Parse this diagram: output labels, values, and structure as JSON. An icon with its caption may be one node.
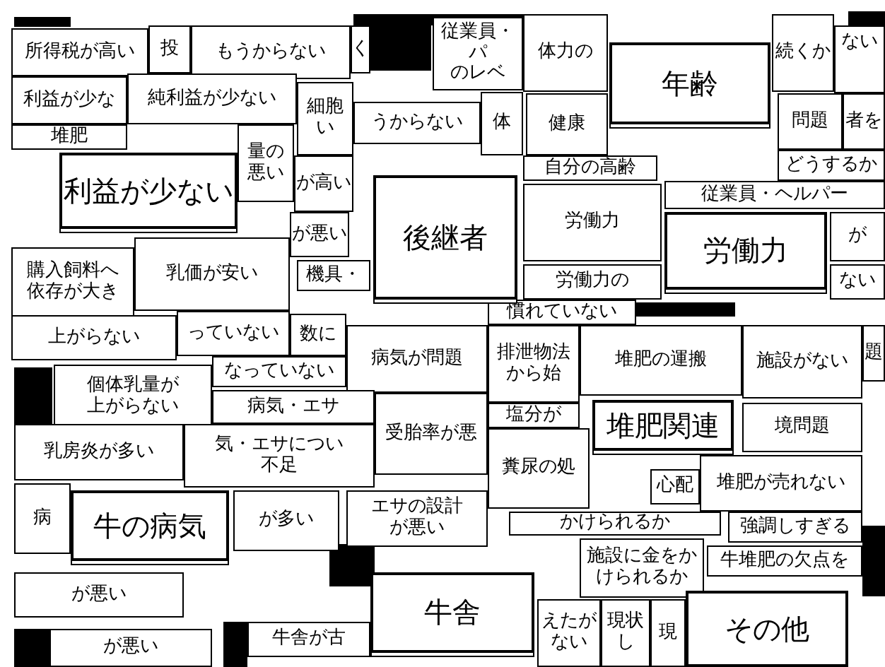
{
  "diagram": {
    "nodes": [
      {
        "text": [
          "所得税が高い"
        ]
      },
      {
        "text": [
          "投"
        ]
      },
      {
        "text": [
          "もうからない"
        ]
      },
      {
        "text": [
          "く"
        ]
      },
      {
        "text": [
          "従業員・パ",
          "のレベ"
        ]
      },
      {
        "text": [
          "体力の"
        ]
      },
      {
        "text": [
          "続くか"
        ]
      },
      {
        "text": [
          "ない"
        ]
      },
      {
        "text": [
          "純利益が少ない"
        ]
      },
      {
        "text": [
          "利益が少な"
        ]
      },
      {
        "text": [
          "細胞",
          "い"
        ]
      },
      {
        "text": [
          "うからない"
        ]
      },
      {
        "text": [
          "体"
        ]
      },
      {
        "text": [
          "健康"
        ]
      },
      {
        "text": [
          "問題"
        ]
      },
      {
        "text": [
          "者を"
        ]
      },
      {
        "text": [
          "どうするか"
        ]
      },
      {
        "text": [
          "年齢"
        ]
      },
      {
        "text": [
          "堆肥"
        ]
      },
      {
        "text": [
          "量の",
          "悪い"
        ]
      },
      {
        "text": [
          "が高い"
        ]
      },
      {
        "text": [
          "自分の高齢"
        ]
      },
      {
        "text": [
          "利益が少ない"
        ]
      },
      {
        "text": [
          "が悪い"
        ]
      },
      {
        "text": [
          "労働力"
        ]
      },
      {
        "text": [
          "従業員・ヘルパー"
        ]
      },
      {
        "text": [
          "が"
        ]
      },
      {
        "text": [
          "後継者"
        ]
      },
      {
        "text": [
          "労働力"
        ]
      },
      {
        "text": [
          "購入飼料へ依存が大き"
        ]
      },
      {
        "text": [
          "乳価が安い"
        ]
      },
      {
        "text": [
          "機具・"
        ]
      },
      {
        "text": [
          "労働力の"
        ]
      },
      {
        "text": [
          "ない"
        ]
      },
      {
        "text": [
          "慣れていない"
        ]
      },
      {
        "text": [
          "上がらない"
        ]
      },
      {
        "text": [
          "っていない"
        ]
      },
      {
        "text": [
          "数に"
        ]
      },
      {
        "text": [
          "なっていない"
        ]
      },
      {
        "text": [
          "病気が問題"
        ]
      },
      {
        "text": [
          "排泄物法",
          "から始"
        ]
      },
      {
        "text": [
          "堆肥の運搬"
        ]
      },
      {
        "text": [
          "施設がない"
        ]
      },
      {
        "text": [
          "題"
        ]
      },
      {
        "text": [
          "個体乳量が上がらない"
        ]
      },
      {
        "text": [
          "病気・エサ"
        ]
      },
      {
        "text": [
          "受胎率が悪"
        ]
      },
      {
        "text": [
          "塩分が"
        ]
      },
      {
        "text": [
          "境問題"
        ]
      },
      {
        "text": [
          "堆肥関連"
        ]
      },
      {
        "text": [
          "乳房炎が多い"
        ]
      },
      {
        "text": [
          "気・エサについ",
          "不足"
        ]
      },
      {
        "text": [
          "糞尿の処"
        ]
      },
      {
        "text": [
          "心配"
        ]
      },
      {
        "text": [
          "堆肥が売れない"
        ]
      },
      {
        "text": [
          "病"
        ]
      },
      {
        "text": [
          "が多い"
        ]
      },
      {
        "text": [
          "エサの設計が悪い"
        ]
      },
      {
        "text": [
          "牛の病気"
        ]
      },
      {
        "text": [
          "かけられるか"
        ]
      },
      {
        "text": [
          "強調しすぎる"
        ]
      },
      {
        "text": [
          "施設に金をかけられるか"
        ]
      },
      {
        "text": [
          "牛堆肥の欠点を"
        ]
      },
      {
        "text": [
          "が悪い"
        ]
      },
      {
        "text": [
          "えたが",
          "ない"
        ]
      },
      {
        "text": [
          "が悪い"
        ]
      },
      {
        "text": [
          "牛舎が古"
        ]
      },
      {
        "text": [
          "現状",
          "し"
        ]
      },
      {
        "text": [
          "現"
        ]
      },
      {
        "text": [
          "牛舎"
        ]
      },
      {
        "text": [
          "その他"
        ]
      }
    ]
  }
}
